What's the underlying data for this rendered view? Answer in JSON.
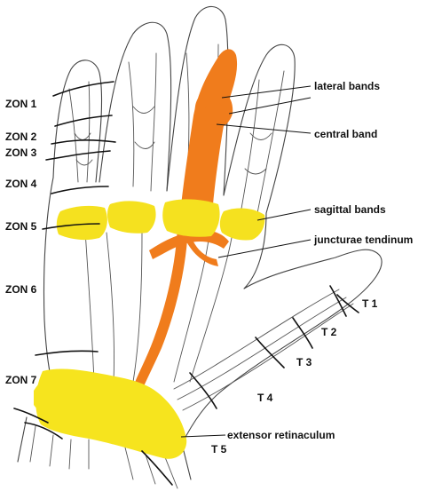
{
  "labels": {
    "zones": [
      "ZON 1",
      "ZON 2",
      "ZON 3",
      "ZON 4",
      "ZON 5",
      "ZON 6",
      "ZON 7"
    ],
    "thumb_zones": [
      "T 1",
      "T 2",
      "T 3",
      "T 4",
      "T 5"
    ],
    "structures": {
      "lateral_bands": "lateral bands",
      "central_band": "central band",
      "sagittal_bands": "sagittal bands",
      "juncturae_tendinum": "juncturae tendinum",
      "extensor_retinaculum": "extensor retinaculum"
    }
  },
  "colors": {
    "tendon": "#f07c1c",
    "sagittal_band": "#f5e11f",
    "retinaculum": "#f6e41e",
    "outline": "#444444"
  }
}
